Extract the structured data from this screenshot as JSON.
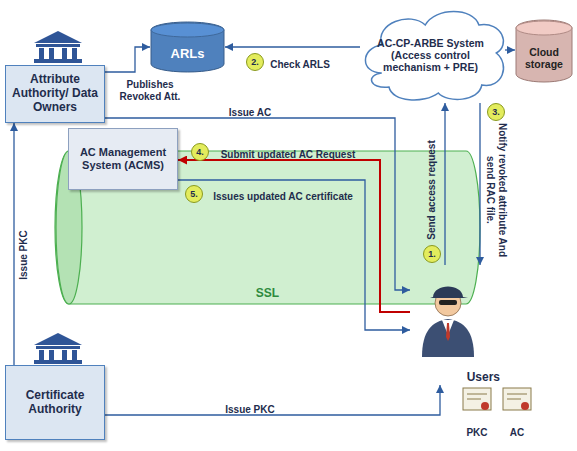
{
  "diagram": {
    "nodes": [
      {
        "text": [
          "Attribute Authority/ Data Owners"
        ]
      },
      {
        "text": [
          "AC Management System (ACMS)"
        ]
      },
      {
        "text": [
          "ARLs"
        ]
      },
      {
        "text": [
          "AC-CP-ARBE System (Access control mechanism + PRE)"
        ]
      },
      {
        "text": [
          "Cloud storage"
        ]
      },
      {
        "text": [
          "SSL"
        ]
      },
      {
        "text": [
          "Users"
        ]
      },
      {
        "text": [
          "Certificate Authority"
        ]
      }
    ],
    "edges": [
      {
        "from": 0,
        "to": 2,
        "label": "Publishes Revoked Att.",
        "arrow": "to"
      },
      {
        "from": 3,
        "to": 2,
        "label": "Check ARLS",
        "arrow": "to"
      },
      {
        "from": 3,
        "to": 4,
        "arrow": "to"
      },
      {
        "from": 6,
        "to": 3,
        "label": "Send access request",
        "arrow": "to"
      },
      {
        "from": 3,
        "to": 6,
        "label": "Notify revoked attribute And send RAC file.",
        "arrow": "to"
      },
      {
        "from": 0,
        "to": 6,
        "label": "Issue AC",
        "arrow": "to"
      },
      {
        "from": 6,
        "to": 1,
        "label": "Submit updated AC Request",
        "arrow": "to"
      },
      {
        "from": 1,
        "to": 6,
        "label": "Issues updated AC certificate",
        "arrow": "to"
      },
      {
        "from": 7,
        "to": 0,
        "label": "Issue PKC",
        "arrow": "to"
      },
      {
        "from": 7,
        "to": 6,
        "label": "Issue PKC",
        "arrow": "to"
      }
    ],
    "labels": [
      "1.",
      "2.",
      "3.",
      "4.",
      "5.",
      "PKC",
      "AC"
    ]
  }
}
